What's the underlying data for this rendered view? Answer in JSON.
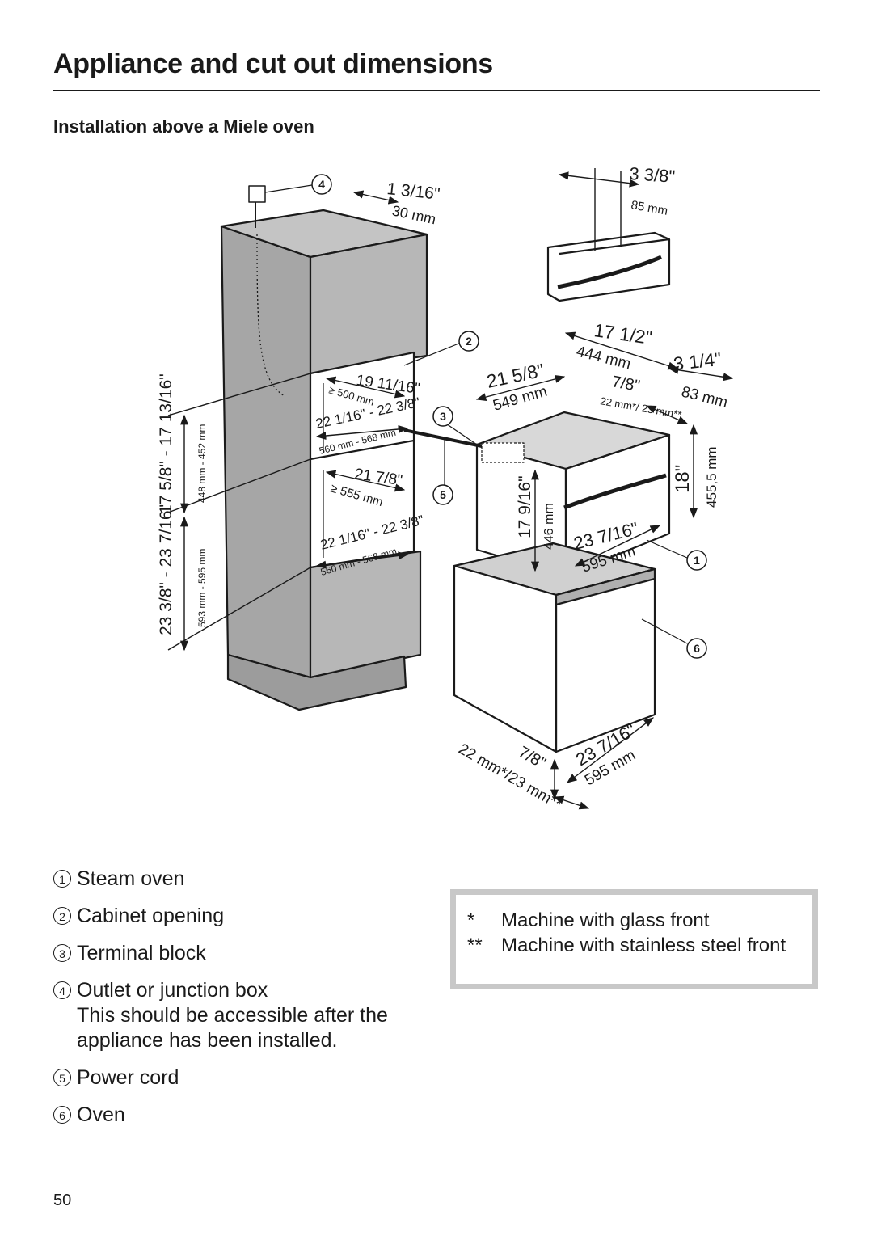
{
  "page": {
    "title": "Appliance and cut out dimensions",
    "subtitle": "Installation above a Miele oven",
    "page_number": "50"
  },
  "diagram": {
    "callouts": [
      "1",
      "2",
      "3",
      "4",
      "5",
      "6"
    ],
    "dims": {
      "d1_in": "1 3/16\"",
      "d1_mm": "30 mm",
      "d2_in": "3 3/8\"",
      "d2_mm": "85 mm",
      "d3_in": "17 1/2\"",
      "d3_mm": "444 mm",
      "d4_in": "21 5/8\"",
      "d4_mm": "549 mm",
      "d5_in": "3 1/4\"",
      "d5_mm": "83 mm",
      "d6_in": "7/8\"",
      "d6_mm": "22 mm*/ 23 mm**",
      "d7_in": "18\"",
      "d7_mm": "455,5 mm",
      "d8_in": "17 9/16\"",
      "d8_mm": "446 mm",
      "d9_in": "23 7/16\"",
      "d9_mm": "595 mm",
      "d10_in": "19 11/16\"",
      "d10_mm": "≥ 500 mm",
      "d11_in": "22 1/16\" - 22 3/8\"",
      "d11_mm": "560 mm - 568 mm",
      "d12_in": "21 7/8\"",
      "d12_mm": "≥ 555 mm",
      "d13_in": "22 1/16\" - 22 3/8\"",
      "d13_mm": "560 mm - 568 mm",
      "d14_in": "17 5/8\" - 17 13/16\"",
      "d14_mm": "448 mm - 452 mm",
      "d15_in": "23 3/8\" - 23 7/16\"",
      "d15_mm": "593 mm - 595 mm",
      "d16_in": "7/8\"",
      "d16_mm": "22 mm*/23 mm**",
      "d17_in": "23 7/16\"",
      "d17_mm": "595 mm"
    }
  },
  "legend": [
    {
      "num": "1",
      "label": "Steam oven"
    },
    {
      "num": "2",
      "label": "Cabinet opening"
    },
    {
      "num": "3",
      "label": "Terminal block"
    },
    {
      "num": "4",
      "label": "Outlet or junction box",
      "note": "This should be accessible after the appliance has been installed."
    },
    {
      "num": "5",
      "label": "Power cord"
    },
    {
      "num": "6",
      "label": "Oven"
    }
  ],
  "footnotes": [
    {
      "mark": "*",
      "text": "Machine with glass front"
    },
    {
      "mark": "**",
      "text": "Machine with stainless steel front"
    }
  ]
}
